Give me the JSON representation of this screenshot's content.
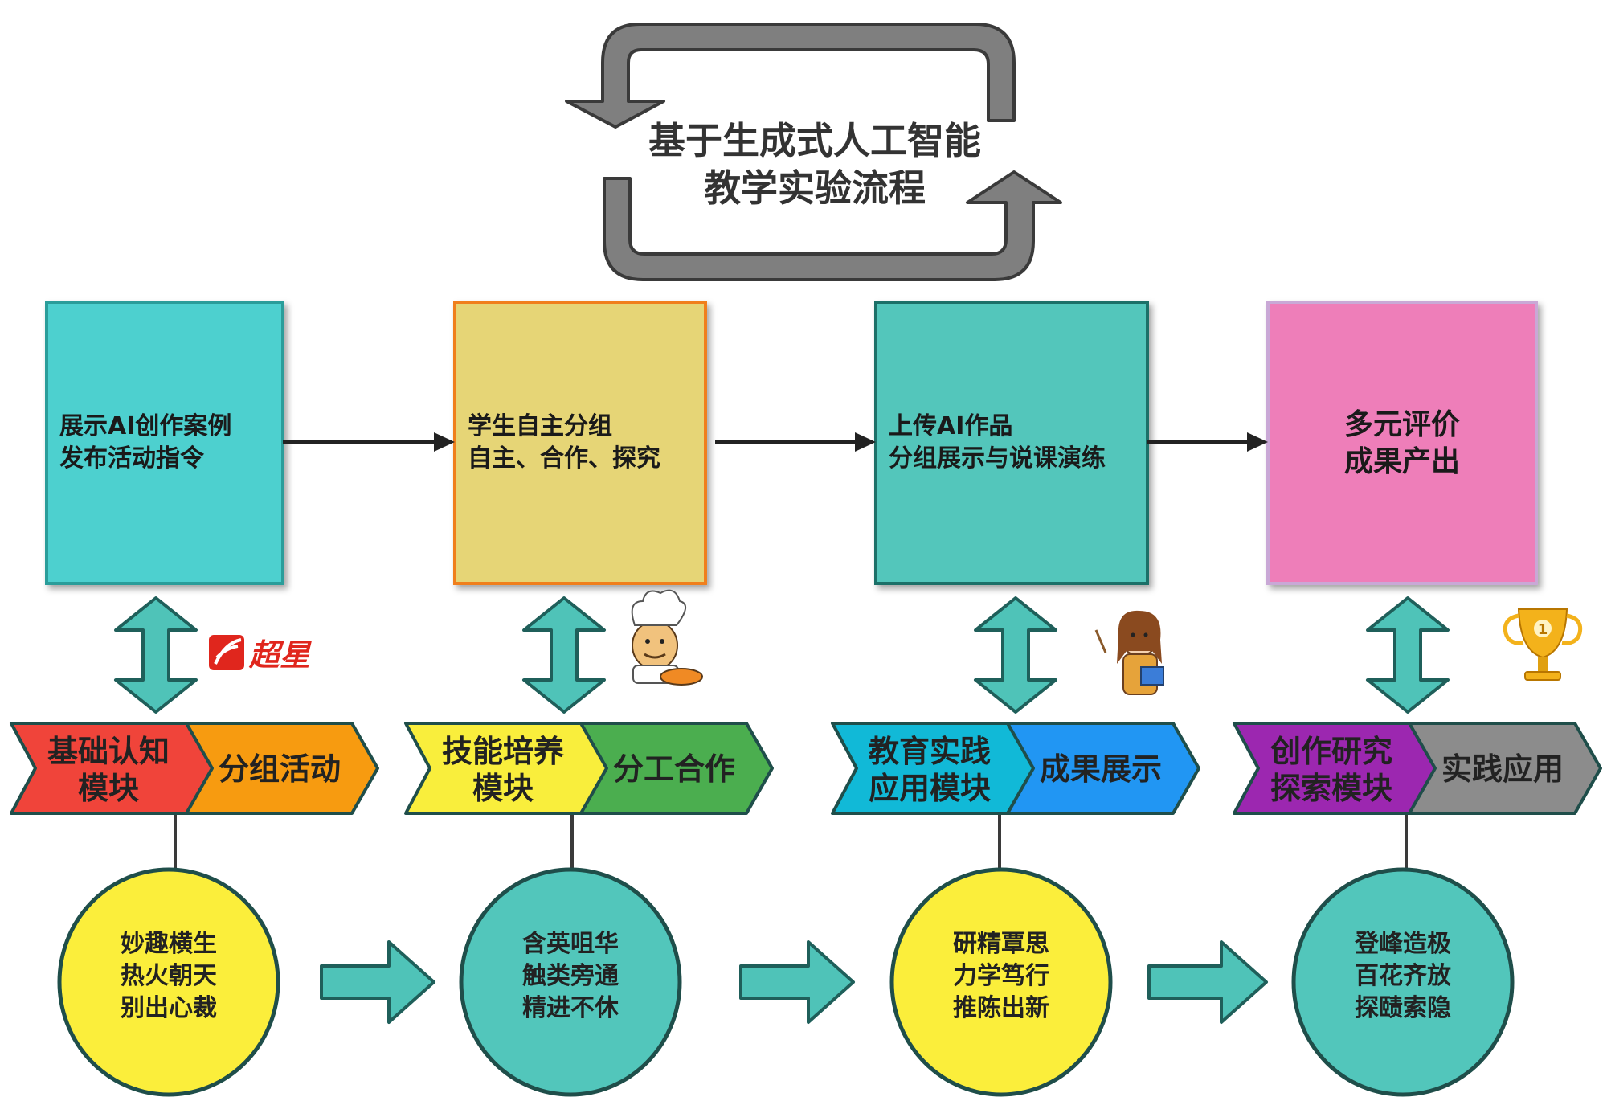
{
  "title": {
    "line1": "基于生成式人工智能",
    "line2": "教学实验流程"
  },
  "colors": {
    "cycle_arrow": "#7f7f7f",
    "cycle_outline": "#3a3a3a",
    "teal_arrow": "#4fc3b8",
    "teal_dark": "#1f5f5a",
    "connector": "#222222"
  },
  "steps": [
    {
      "lines": [
        "展示AI创作案例",
        "发布活动指令"
      ],
      "fill": "#4dd0cf",
      "stroke": "#2a9d9a",
      "align": "left"
    },
    {
      "lines": [
        "学生自主分组",
        "自主、合作、探究"
      ],
      "fill": "#e6d576",
      "stroke": "#f07f1e",
      "align": "left"
    },
    {
      "lines": [
        "上传AI作品",
        "分组展示与说课演练"
      ],
      "fill": "#52c6bb",
      "stroke": "#1f6f68",
      "align": "left"
    },
    {
      "lines": [
        "多元评价",
        "成果产出"
      ],
      "fill": "#ee7eb9",
      "stroke": "#c9a8d6",
      "align": "center"
    }
  ],
  "modules": [
    {
      "left_lines": [
        "基础认知",
        "模块"
      ],
      "left_fill": "#f0443a",
      "right_label": "分组活动",
      "right_fill": "#f79b10"
    },
    {
      "left_lines": [
        "技能培养",
        "模块"
      ],
      "left_fill": "#f9ee3c",
      "right_label": "分工合作",
      "right_fill": "#4bae4f"
    },
    {
      "left_lines": [
        "教育实践",
        "应用模块"
      ],
      "left_fill": "#11b9d7",
      "right_label": "成果展示",
      "right_fill": "#2196f3"
    },
    {
      "left_lines": [
        "创作研究",
        "探索模块"
      ],
      "left_fill": "#9c27b0",
      "right_label": "实践应用",
      "right_fill": "#8c8c8c"
    }
  ],
  "circles": [
    {
      "lines": [
        "妙趣横生",
        "热火朝天",
        "别出心裁"
      ],
      "fill": "#fbee3b"
    },
    {
      "lines": [
        "含英咀华",
        "触类旁通",
        "精进不休"
      ],
      "fill": "#52c6bb"
    },
    {
      "lines": [
        "研精覃思",
        "力学笃行",
        "推陈出新"
      ],
      "fill": "#fbee3b"
    },
    {
      "lines": [
        "登峰造极",
        "百花齐放",
        "探赜索隐"
      ],
      "fill": "#52c6bb"
    }
  ],
  "decorations": {
    "logo_text": "超星",
    "logo_color": "#e0261d",
    "chef": "chef-cartoon",
    "teacher": "teacher-cartoon",
    "trophy": "trophy-icon",
    "trophy_number": "1"
  }
}
